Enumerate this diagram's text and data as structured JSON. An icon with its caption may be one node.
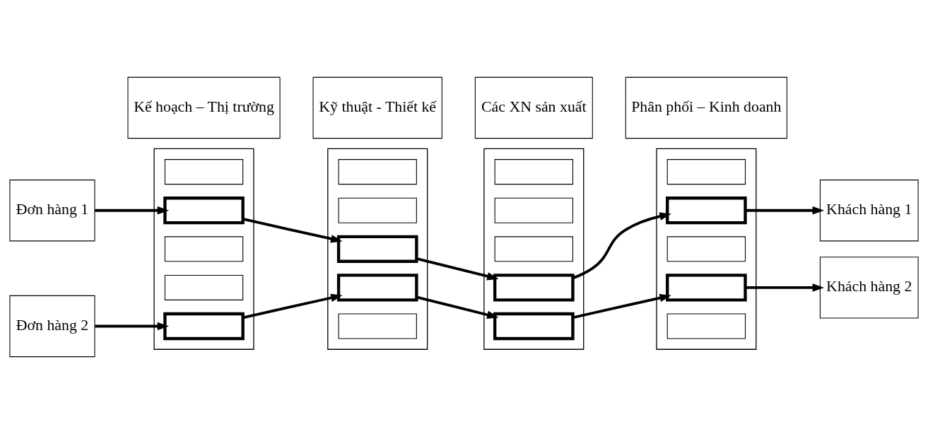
{
  "diagram": {
    "nodes": [
      {
        "text": [
          "Kế hoạch – Thị trường"
        ]
      },
      {
        "text": [
          "Kỹ thuật - Thiết kế"
        ]
      },
      {
        "text": [
          "Các XN sản xuất"
        ]
      },
      {
        "text": [
          "Phân phối – Kinh doanh"
        ]
      },
      {
        "text": [
          "Đơn hàng 1"
        ]
      },
      {
        "text": [
          "Đơn hàng 2"
        ]
      },
      {
        "text": [],
        "shape": "box"
      },
      {
        "text": [],
        "shape": "box",
        "in": 6
      },
      {
        "text": [],
        "shape": "box",
        "in": 6
      },
      {
        "text": [],
        "shape": "box",
        "in": 6
      },
      {
        "text": [],
        "shape": "box",
        "in": 6
      },
      {
        "text": [],
        "shape": "box",
        "in": 6
      },
      {
        "text": [],
        "shape": "box"
      },
      {
        "text": [],
        "shape": "box",
        "in": 12
      },
      {
        "text": [],
        "shape": "box",
        "in": 12
      },
      {
        "text": [],
        "shape": "box",
        "in": 12
      },
      {
        "text": [],
        "shape": "box",
        "in": 12
      },
      {
        "text": [],
        "shape": "box",
        "in": 12
      },
      {
        "text": [],
        "shape": "box"
      },
      {
        "text": [],
        "shape": "box",
        "in": 18
      },
      {
        "text": [],
        "shape": "box",
        "in": 18
      },
      {
        "text": [],
        "shape": "box",
        "in": 18
      },
      {
        "text": [],
        "shape": "box",
        "in": 18
      },
      {
        "text": [],
        "shape": "box",
        "in": 18
      },
      {
        "text": [],
        "shape": "box"
      },
      {
        "text": [],
        "shape": "box",
        "in": 24
      },
      {
        "text": [],
        "shape": "box",
        "in": 24
      },
      {
        "text": [],
        "shape": "box",
        "in": 24
      },
      {
        "text": [],
        "shape": "box",
        "in": 24
      },
      {
        "text": [],
        "shape": "box",
        "in": 24
      },
      {
        "text": [
          "Khách hàng 1"
        ]
      },
      {
        "text": [
          "Khách hàng 2"
        ]
      }
    ],
    "edges": [
      {
        "from": 4,
        "to": 8,
        "arrow": "to"
      },
      {
        "from": 5,
        "to": 11,
        "arrow": "to"
      },
      {
        "from": 8,
        "to": 15,
        "arrow": "to"
      },
      {
        "from": 11,
        "to": 16,
        "arrow": "to"
      },
      {
        "from": 15,
        "to": 22,
        "arrow": "to"
      },
      {
        "from": 16,
        "to": 23,
        "arrow": "to"
      },
      {
        "from": 22,
        "to": 26,
        "arrow": "to"
      },
      {
        "from": 23,
        "to": 28,
        "arrow": "to"
      },
      {
        "from": 26,
        "to": 30,
        "arrow": "to"
      },
      {
        "from": 28,
        "to": 31,
        "arrow": "to"
      }
    ]
  }
}
